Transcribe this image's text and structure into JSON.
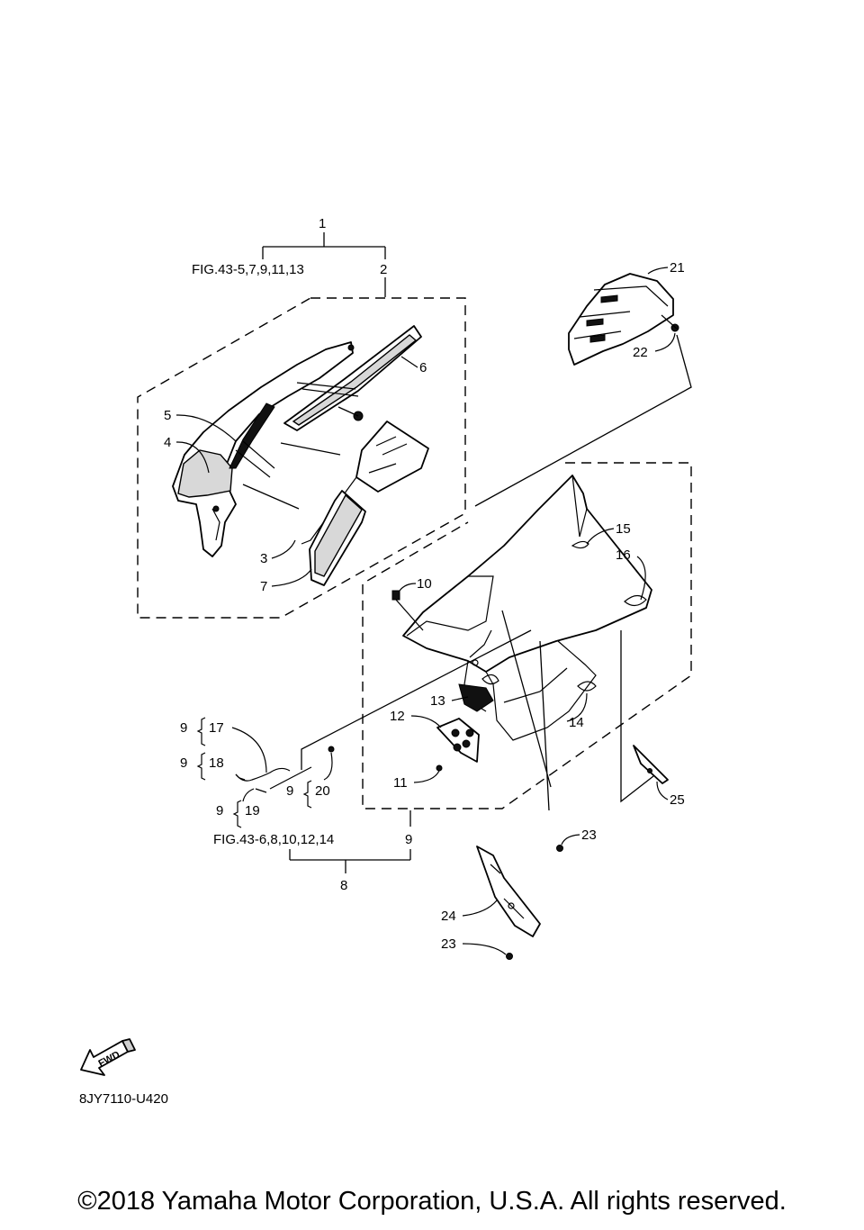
{
  "diagram": {
    "callouts": [
      "1",
      "2",
      "3",
      "4",
      "5",
      "6",
      "7",
      "8",
      "9",
      "10",
      "11",
      "12",
      "13",
      "14",
      "15",
      "16",
      "17",
      "18",
      "19",
      "20",
      "21",
      "22",
      "23",
      "24",
      "25"
    ],
    "group_prefix": "9",
    "figure_refs": {
      "upper": "FIG.43-5,7,9,11,13",
      "lower": "FIG.43-6,8,10,12,14"
    },
    "fwd_label": "FWD",
    "code": "8JY7110-U420"
  },
  "footer": {
    "copyright": "©2018 Yamaha Motor Corporation, U.S.A. All rights reserved."
  }
}
